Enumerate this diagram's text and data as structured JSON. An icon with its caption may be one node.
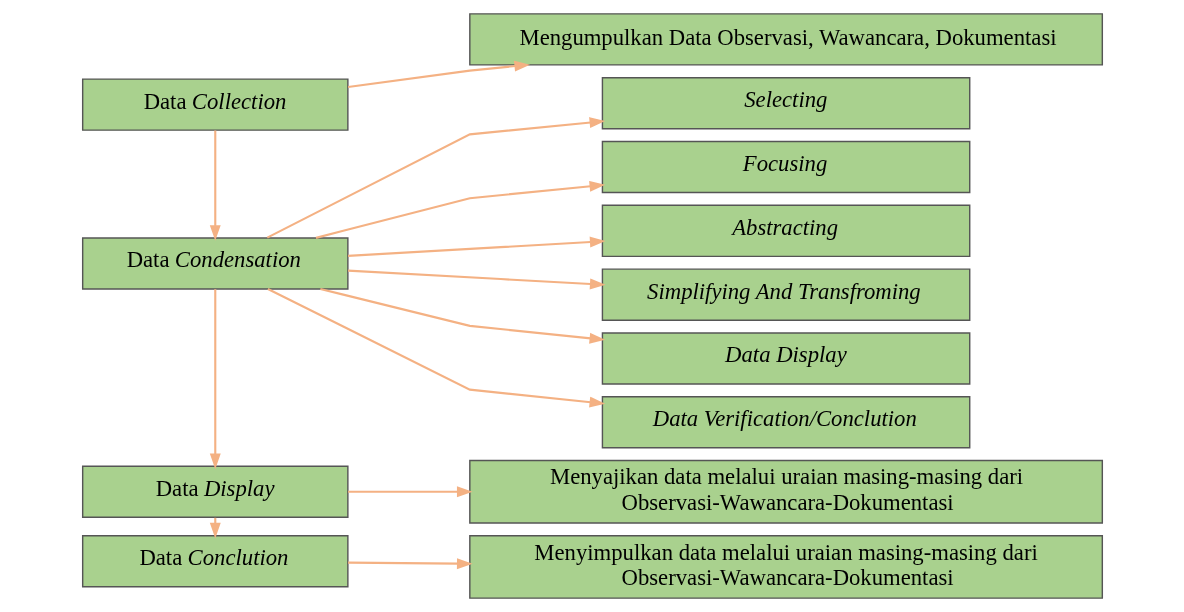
{
  "diagram": {
    "nodes": [
      {
        "text": [
          "Data *Collection*"
        ]
      },
      {
        "text": [
          "Mengumpulkan Data Observasi, Wawancara, Dokumentasi"
        ]
      },
      {
        "text": [
          "Data *Condensation*"
        ]
      },
      {
        "text": [
          "Selecting"
        ]
      },
      {
        "text": [
          "Focusing"
        ]
      },
      {
        "text": [
          "Abstracting"
        ]
      },
      {
        "text": [
          "Simplifying And Transfroming"
        ]
      },
      {
        "text": [
          "Data Display"
        ]
      },
      {
        "text": [
          "Data Verification/Conclution"
        ]
      },
      {
        "text": [
          "Data *Display*"
        ]
      },
      {
        "text": [
          "Menyajikan data melalui uraian masing-masing dari Observasi-Wawancara-Dokumentasi"
        ]
      },
      {
        "text": [
          "Data *Conclution*"
        ]
      },
      {
        "text": [
          "Menyimpulkan data melalui uraian masing-masing dari Observasi-Wawancara-Dokumentasi"
        ]
      }
    ],
    "edges": [
      {
        "from": 0,
        "to": 1,
        "arrow": "to"
      },
      {
        "from": 0,
        "to": 2,
        "arrow": "to"
      },
      {
        "from": 2,
        "to": 3,
        "arrow": "to"
      },
      {
        "from": 2,
        "to": 4,
        "arrow": "to"
      },
      {
        "from": 2,
        "to": 5,
        "arrow": "to"
      },
      {
        "from": 2,
        "to": 6,
        "arrow": "to"
      },
      {
        "from": 2,
        "to": 7,
        "arrow": "to"
      },
      {
        "from": 2,
        "to": 8,
        "arrow": "to"
      },
      {
        "from": 2,
        "to": 9,
        "arrow": "to"
      },
      {
        "from": 9,
        "to": 10,
        "arrow": "to"
      },
      {
        "from": 9,
        "to": 11,
        "arrow": "to"
      },
      {
        "from": 11,
        "to": 12,
        "arrow": "to"
      }
    ]
  }
}
